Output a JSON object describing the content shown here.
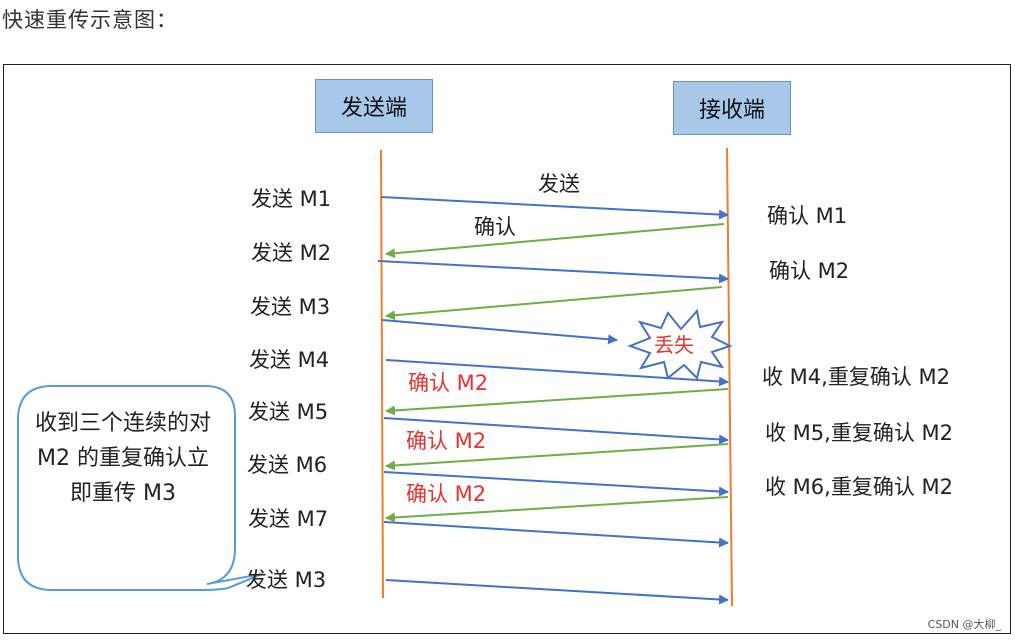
{
  "title": "快速重传示意图：",
  "sender_label": "发送端",
  "receiver_label": "接收端",
  "top_send_label": "发送",
  "top_ack_label": "确认",
  "lost_label": "丢失",
  "sender_events": [
    "发送 M1",
    "发送 M2",
    "发送 M3",
    "发送 M4",
    "发送 M5",
    "发送 M6",
    "发送 M7",
    "发送 M3"
  ],
  "receiver_events": [
    "确认 M1",
    "确认 M2",
    "收 M4,重复确认 M2",
    "收 M5,重复确认 M2",
    "收 M6,重复确认 M2"
  ],
  "dup_ack_labels": [
    "确认 M2",
    "确认 M2",
    "确认 M2"
  ],
  "callout": "收到三个连续的对 M2 的重复确认立即重传 M3",
  "watermark": "CSDN @大柳_",
  "colors": {
    "data_arrow": "#4472c4",
    "ack_arrow": "#70ad47",
    "timeline": "#ed7d31",
    "party_box": "#a8c8ea",
    "dup_ack_text": "#e8332e",
    "callout_border": "#5b9bd5"
  }
}
